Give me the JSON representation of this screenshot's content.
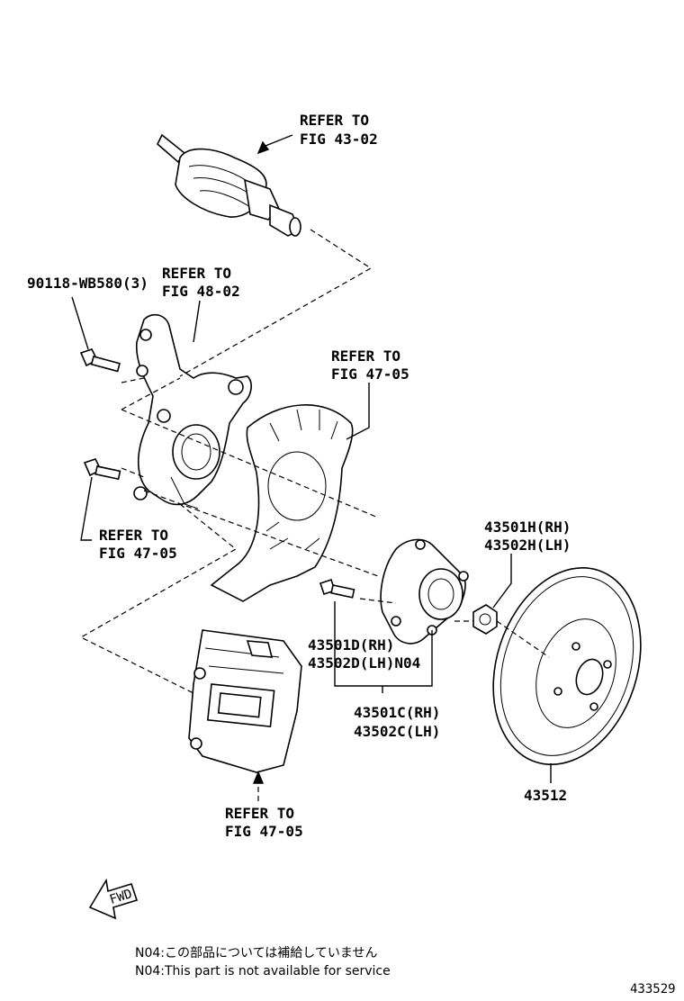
{
  "labels": {
    "refer_axle_1": "REFER TO",
    "refer_axle_2": "FIG 43-02",
    "bolt_knuckle": "90118-WB580(3)",
    "refer_knuckle_1": "REFER TO",
    "refer_knuckle_2": "FIG 48-02",
    "refer_shield_1": "REFER TO",
    "refer_shield_2": "FIG 47-05",
    "refer_lower_1": "REFER TO",
    "refer_lower_2": "FIG 47-05",
    "nut_rh": "43501H(RH)",
    "nut_lh": "43502H(LH)",
    "bolt_rh": "43501D(RH)",
    "bolt_lh": "43502D(LH)N04",
    "hub_rh": "43501C(RH)",
    "hub_lh": "43502C(LH)",
    "disc": "43512",
    "refer_caliper_1": "REFER TO",
    "refer_caliper_2": "FIG 47-05",
    "fwd": "FWD"
  },
  "notes": {
    "jp": "N04:この部品については補給していません",
    "en": "N04:This part is not available for service"
  },
  "figure_number": "433529"
}
